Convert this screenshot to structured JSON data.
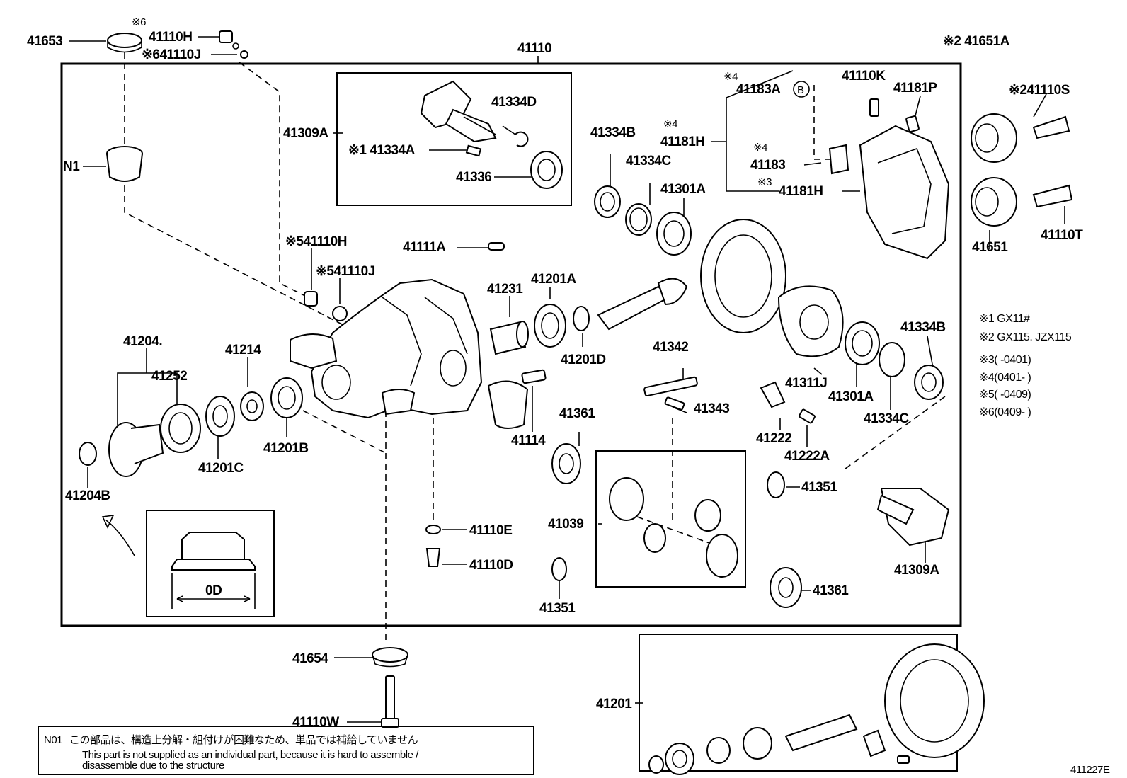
{
  "labels": {
    "p41653": "41653",
    "p41110H_top": "41110H",
    "p41110J_top": "※641110J",
    "p41110": "41110",
    "p41651A": "※2 41651A",
    "p41110S": "※241110S",
    "p41651": "41651",
    "p41110T": "41110T",
    "p41309A_top": "41309A",
    "p41334D": "41334D",
    "p41334A": "※1 41334A",
    "p41336": "41336",
    "p41110K": "41110K",
    "p41181P": "41181P",
    "p41183A": "41183A",
    "p41183A_mark": "※4",
    "p41181H_a": "41181H",
    "p41181H_a_mark": "※4",
    "p41183": "41183",
    "p41183_mark": "※4",
    "p41181H_b": "41181H",
    "p41181H_b_mark": "※3",
    "p41334B_top": "41334B",
    "p41334C_top": "41334C",
    "p41301A_top": "41301A",
    "pN1": "N1",
    "p41110H_mid": "※541110H",
    "p41110J_mid": "※541110J",
    "p41111A": "41111A",
    "p41231": "41231",
    "p41201A": "41201A",
    "p41201D": "41201D",
    "p41204": "41204.",
    "p41252": "41252",
    "p41214": "41214",
    "p41201C": "41201C",
    "p41201B": "41201B",
    "p41204B": "41204B",
    "p41114": "41114",
    "p41342": "41342",
    "p41343": "41343",
    "p41311J": "41311J",
    "p41301A_bot": "41301A",
    "p41334B_bot": "41334B",
    "p41334C_bot": "41334C",
    "p41222": "41222",
    "p41222A": "41222A",
    "p41351_r": "41351",
    "p41361_l": "41361",
    "p41039": "41039",
    "p41110E": "41110E",
    "p41110D": "41110D",
    "p41351_b": "41351",
    "p41361_r": "41361",
    "p41309A_bot": "41309A",
    "p41654": "41654",
    "p41110W": "41110W",
    "p41201": "41201",
    "od": "0D",
    "circle_b": "B",
    "mark6_top": "※6",
    "fig_no": "411227E"
  },
  "legend": [
    "※1  GX11#",
    "※2  GX115. JZX115",
    "※3(    -0401)",
    "※4(0401-    )",
    "※5(    -0409)",
    "※6(0409-    )"
  ],
  "note": {
    "code": "N01",
    "jp": "この部品は、構造上分解・組付けが困難なため、単品では補給していません",
    "en1": "This part is not supplied as an individual part, because it is hard to assemble /",
    "en2": "disassemble due to the structure"
  }
}
